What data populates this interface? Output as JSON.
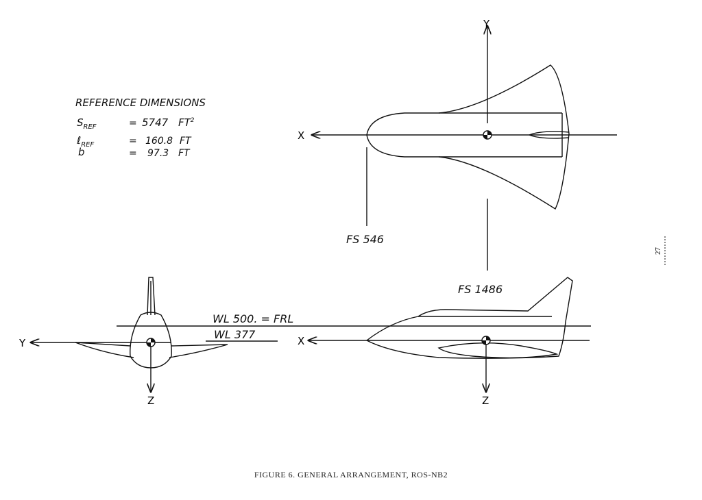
{
  "reference": {
    "title": "REFERENCE DIMENSIONS",
    "rows": [
      {
        "symbol": "S",
        "sub": "REF",
        "eq": "=",
        "value": "5747",
        "unit": "FT",
        "sup": "2"
      },
      {
        "symbol": "ℓ",
        "sub": "REF",
        "eq": "=",
        "value": "160.8",
        "unit": "FT",
        "sup": ""
      },
      {
        "symbol": "b",
        "sub": "",
        "eq": "=",
        "value": "97.3",
        "unit": "FT",
        "sup": ""
      }
    ]
  },
  "labels": {
    "top_y": "Y",
    "top_x": "X",
    "fs546": "FS 546",
    "fs1486": "FS 1486",
    "wl500": "WL  500. = FRL",
    "wl377": "WL  377",
    "front_y": "Y",
    "front_z": "Z",
    "side_x": "X",
    "side_z": "Z"
  },
  "page_number": "27",
  "caption": "FIGURE 6.  GENERAL ARRANGEMENT, ROS-NB2"
}
